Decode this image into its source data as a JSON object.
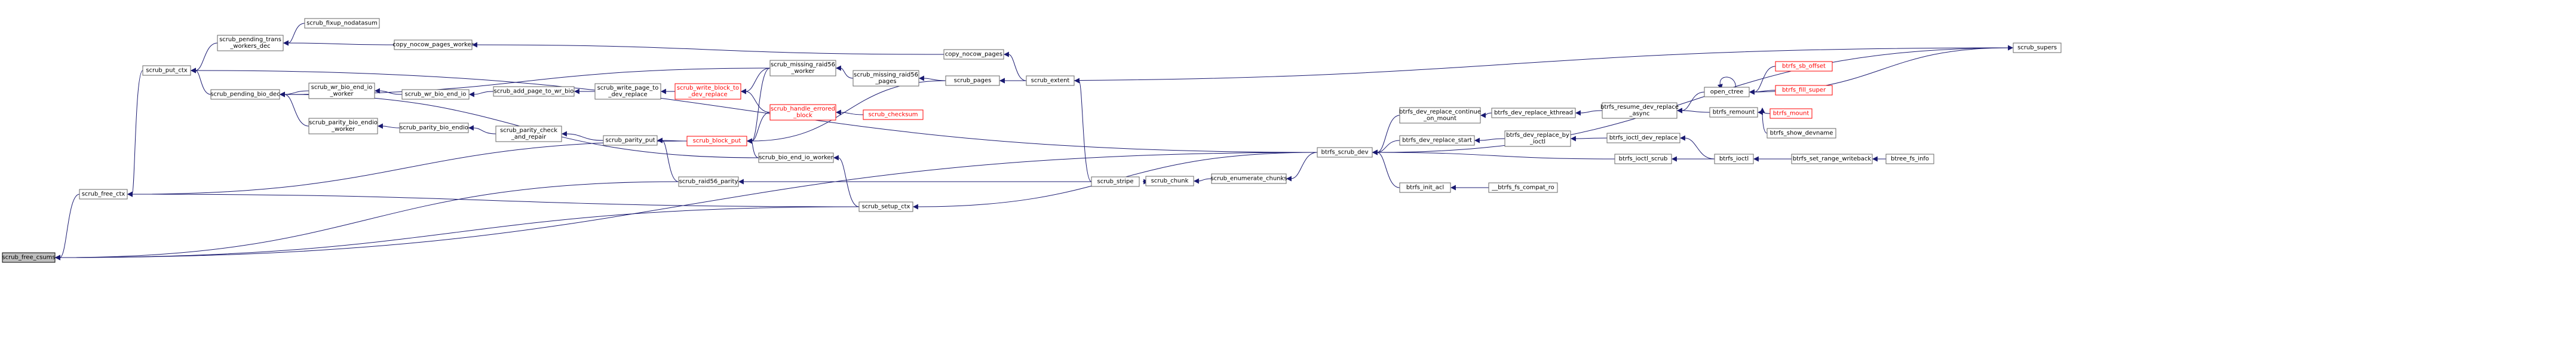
{
  "diagram": {
    "colors": {
      "edge": "#191970",
      "node_border": "#666666",
      "root_fill": "#bfbfbf",
      "external_link": "#ff0000",
      "background": "#ffffff"
    },
    "nodes": [
      {
        "id": "scrub_free_csums",
        "lines": [
          "scrub_free_csums"
        ],
        "style": "root"
      },
      {
        "id": "scrub_free_ctx",
        "lines": [
          "scrub_free_ctx"
        ]
      },
      {
        "id": "scrub_put_ctx",
        "lines": [
          "scrub_put_ctx"
        ]
      },
      {
        "id": "scrub_pending_trans_workers_dec",
        "lines": [
          "scrub_pending_trans",
          "_workers_dec"
        ]
      },
      {
        "id": "scrub_pending_bio_dec",
        "lines": [
          "scrub_pending_bio_dec"
        ]
      },
      {
        "id": "scrub_fixup_nodatasum",
        "lines": [
          "scrub_fixup_nodatasum"
        ]
      },
      {
        "id": "copy_nocow_pages_worker",
        "lines": [
          "copy_nocow_pages_worker"
        ]
      },
      {
        "id": "scrub_wr_bio_end_io_worker",
        "lines": [
          "scrub_wr_bio_end_io",
          "_worker"
        ]
      },
      {
        "id": "scrub_wr_bio_end_io",
        "lines": [
          "scrub_wr_bio_end_io"
        ]
      },
      {
        "id": "scrub_add_page_to_wr_bio",
        "lines": [
          "scrub_add_page_to_wr_bio"
        ]
      },
      {
        "id": "scrub_write_page_to_dev_replace",
        "lines": [
          "scrub_write_page_to",
          "_dev_replace"
        ]
      },
      {
        "id": "scrub_write_block_to_dev_replace",
        "lines": [
          "scrub_write_block_to",
          "_dev_replace"
        ],
        "style": "ext"
      },
      {
        "id": "scrub_parity_bio_endio_worker",
        "lines": [
          "scrub_parity_bio_endio",
          "_worker"
        ]
      },
      {
        "id": "scrub_parity_bio_endio",
        "lines": [
          "scrub_parity_bio_endio"
        ]
      },
      {
        "id": "scrub_parity_check_and_repair",
        "lines": [
          "scrub_parity_check",
          "_and_repair"
        ]
      },
      {
        "id": "scrub_parity_put",
        "lines": [
          "scrub_parity_put"
        ]
      },
      {
        "id": "scrub_block_put",
        "lines": [
          "scrub_block_put"
        ],
        "style": "ext"
      },
      {
        "id": "scrub_missing_raid56_worker",
        "lines": [
          "scrub_missing_raid56",
          "_worker"
        ]
      },
      {
        "id": "scrub_handle_errored_block",
        "lines": [
          "scrub_handle_errored",
          "_block"
        ],
        "style": "ext"
      },
      {
        "id": "scrub_checksum",
        "lines": [
          "scrub_checksum"
        ],
        "style": "ext"
      },
      {
        "id": "scrub_missing_raid56_pages",
        "lines": [
          "scrub_missing_raid56",
          "_pages"
        ]
      },
      {
        "id": "copy_nocow_pages",
        "lines": [
          "copy_nocow_pages"
        ]
      },
      {
        "id": "scrub_pages",
        "lines": [
          "scrub_pages"
        ]
      },
      {
        "id": "scrub_extent",
        "lines": [
          "scrub_extent"
        ]
      },
      {
        "id": "scrub_bio_end_io_worker",
        "lines": [
          "scrub_bio_end_io_worker"
        ]
      },
      {
        "id": "scrub_raid56_parity",
        "lines": [
          "scrub_raid56_parity"
        ]
      },
      {
        "id": "scrub_setup_ctx",
        "lines": [
          "scrub_setup_ctx"
        ]
      },
      {
        "id": "scrub_stripe",
        "lines": [
          "scrub_stripe"
        ]
      },
      {
        "id": "scrub_chunk",
        "lines": [
          "scrub_chunk"
        ]
      },
      {
        "id": "scrub_enumerate_chunks",
        "lines": [
          "scrub_enumerate_chunks"
        ]
      },
      {
        "id": "btrfs_scrub_dev",
        "lines": [
          "btrfs_scrub_dev"
        ]
      },
      {
        "id": "btrfs_dev_replace_continue_on_mount",
        "lines": [
          "btrfs_dev_replace_continue",
          "_on_mount"
        ]
      },
      {
        "id": "btrfs_dev_replace_start",
        "lines": [
          "btrfs_dev_replace_start"
        ]
      },
      {
        "id": "btrfs_ioctl_scrub",
        "lines": [
          "btrfs_ioctl_scrub"
        ]
      },
      {
        "id": "btrfs_init_acl",
        "lines": [
          "btrfs_init_acl"
        ]
      },
      {
        "id": "btrfs_dev_replace_kthread",
        "lines": [
          "btrfs_dev_replace_kthread"
        ]
      },
      {
        "id": "btrfs_dev_replace_by_ioctl",
        "lines": [
          "btrfs_dev_replace_by",
          "_ioctl"
        ]
      },
      {
        "id": "btrfs_ioctl_dev_replace",
        "lines": [
          "btrfs_ioctl_dev_replace"
        ]
      },
      {
        "id": "btrfs_ioctl",
        "lines": [
          "btrfs_ioctl"
        ]
      },
      {
        "id": "btrfs_set_range_writeback",
        "lines": [
          "btrfs_set_range_writeback"
        ]
      },
      {
        "id": "btree_fs_info",
        "lines": [
          "btree_fs_info"
        ]
      },
      {
        "id": "btrfs_resume_dev_replace_async",
        "lines": [
          "btrfs_resume_dev_replace",
          "_async"
        ]
      },
      {
        "id": "open_ctree",
        "lines": [
          "open_ctree"
        ]
      },
      {
        "id": "btrfs_remount",
        "lines": [
          "btrfs_remount"
        ]
      },
      {
        "id": "btrfs_mount",
        "lines": [
          "btrfs_mount"
        ],
        "style": "ext"
      },
      {
        "id": "btrfs_show_devname",
        "lines": [
          "btrfs_show_devname"
        ]
      },
      {
        "id": "btrfs_sb_offset",
        "lines": [
          "btrfs_sb_offset"
        ],
        "style": "ext"
      },
      {
        "id": "btrfs_fill_super",
        "lines": [
          "btrfs_fill_super"
        ],
        "style": "ext"
      },
      {
        "id": "scrub_supers",
        "lines": [
          "scrub_supers"
        ]
      },
      {
        "id": "compat_ro",
        "lines": [
          "__btrfs_fs_compat_ro"
        ]
      }
    ]
  }
}
